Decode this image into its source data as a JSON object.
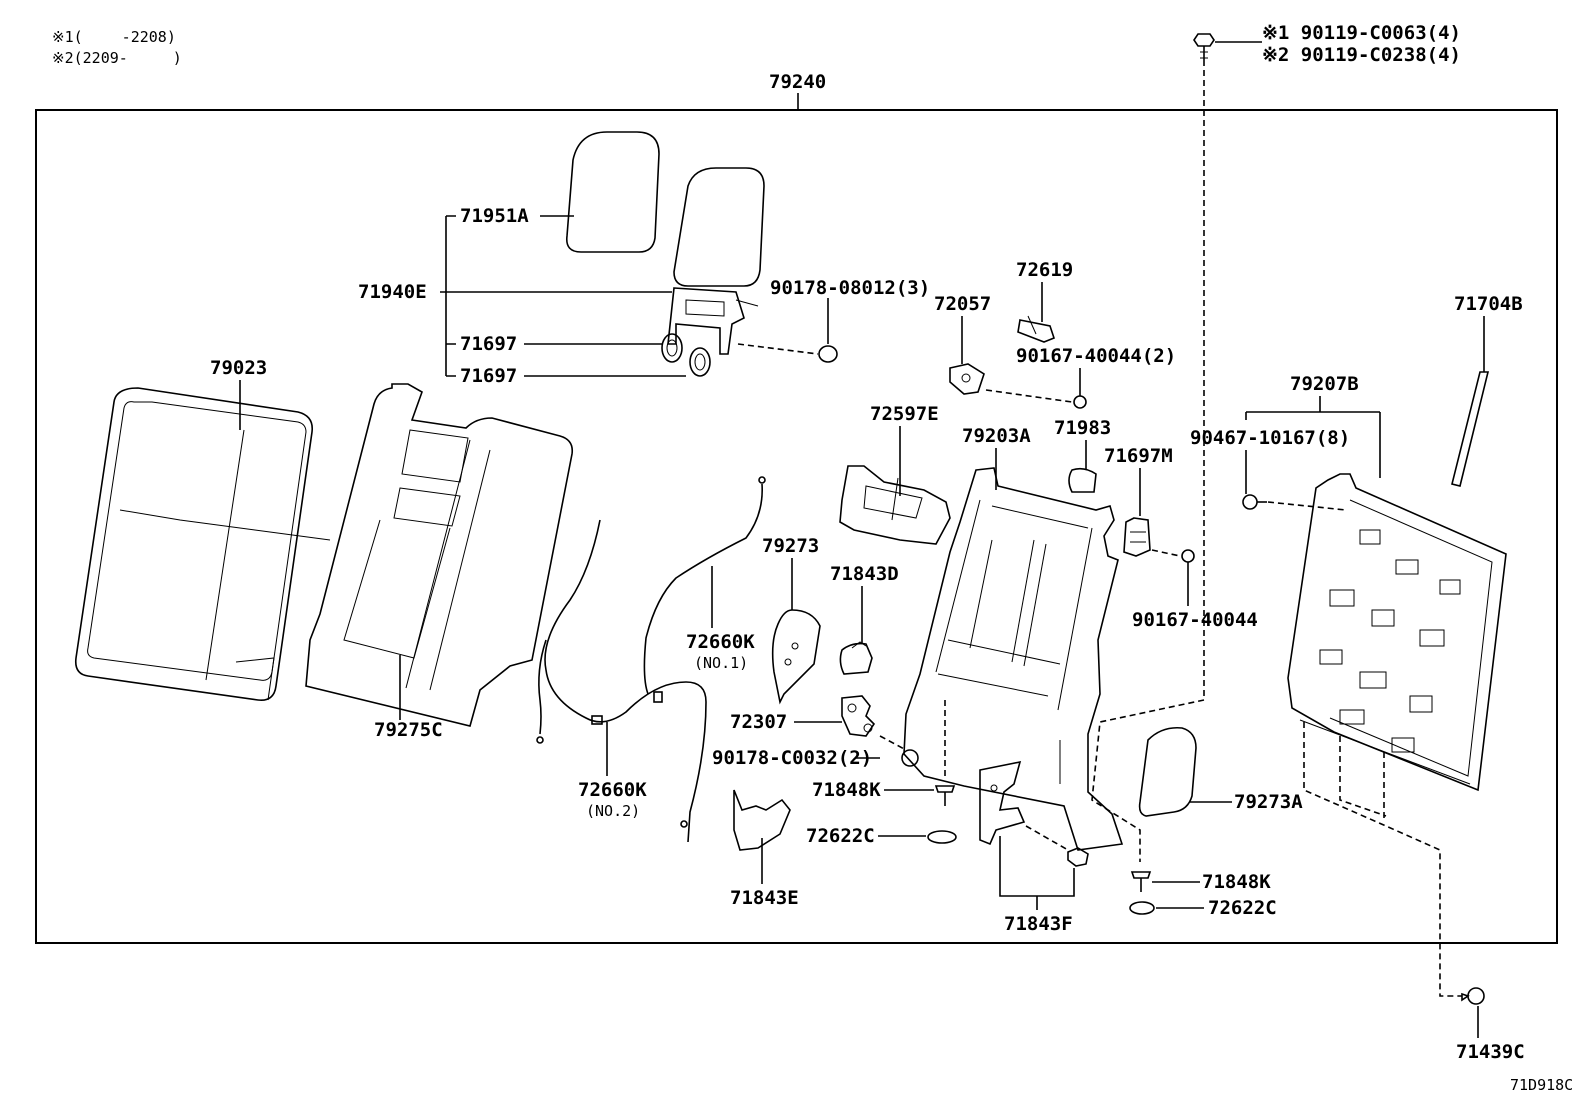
{
  "notes": {
    "note1": "※1(　　 -2208)",
    "note2": "※2(2209-　　　)"
  },
  "assembly_label": "79240",
  "bolt_callout": {
    "line1": "※1 90119-C0063(4)",
    "line2": "※2 90119-C0238(4)"
  },
  "diagram_code": "71D918C",
  "parts": {
    "p71951A": "71951A",
    "p71940E": "71940E",
    "p71697a": "71697",
    "p71697b": "71697",
    "p90178_08012": "90178-08012(3)",
    "p79023": "79023",
    "p79275C": "79275C",
    "p72660K_1": "72660K",
    "p72660K_1_sub": "(NO.1)",
    "p72660K_2": "72660K",
    "p72660K_2_sub": "(NO.2)",
    "p79273": "79273",
    "p71843D": "71843D",
    "p72307": "72307",
    "p90178_C0032": "90178-C0032(2)",
    "p71848K_a": "71848K",
    "p72622C_a": "72622C",
    "p71843E": "71843E",
    "p72619": "72619",
    "p72057": "72057",
    "p90167_40044_2": "90167-40044(2)",
    "p72597E": "72597E",
    "p79203A": "79203A",
    "p71983": "71983",
    "p71697M": "71697M",
    "p90167_40044": "90167-40044",
    "p71843F": "71843F",
    "p79273A": "79273A",
    "p71848K_b": "71848K",
    "p72622C_b": "72622C",
    "p71704B": "71704B",
    "p79207B": "79207B",
    "p90467_10167": "90467-10167(8)",
    "p71439C": "71439C"
  }
}
